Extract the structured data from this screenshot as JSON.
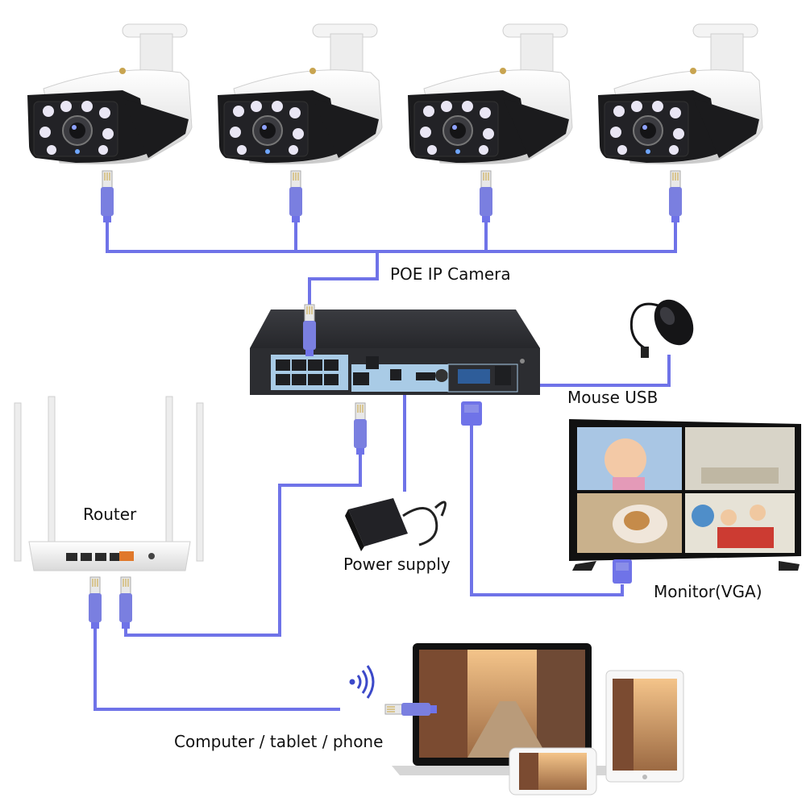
{
  "labels": {
    "poe_camera": "POE IP Camera",
    "mouse_usb": "Mouse USB",
    "router": "Router",
    "power_supply": "Power supply",
    "monitor": "Monitor(VGA)",
    "computer": "Computer / tablet / phone"
  },
  "colors": {
    "cable": "#6f73e8",
    "connector": "#7a7fe0",
    "nvr_body": "#2c2d31",
    "nvr_front": "#a9cbe6",
    "camera_white": "#f2f2f2",
    "camera_black": "#1b1b1d"
  },
  "icons": {
    "camera": "bullet-camera-icon",
    "nvr": "nvr-recorder-icon",
    "mouse": "mouse-icon",
    "router": "router-icon",
    "power": "power-adapter-icon",
    "monitor": "monitor-icon",
    "laptop": "laptop-icon",
    "tablet": "tablet-icon",
    "phone": "phone-icon",
    "wifi": "wifi-icon"
  },
  "camera_count": 4
}
